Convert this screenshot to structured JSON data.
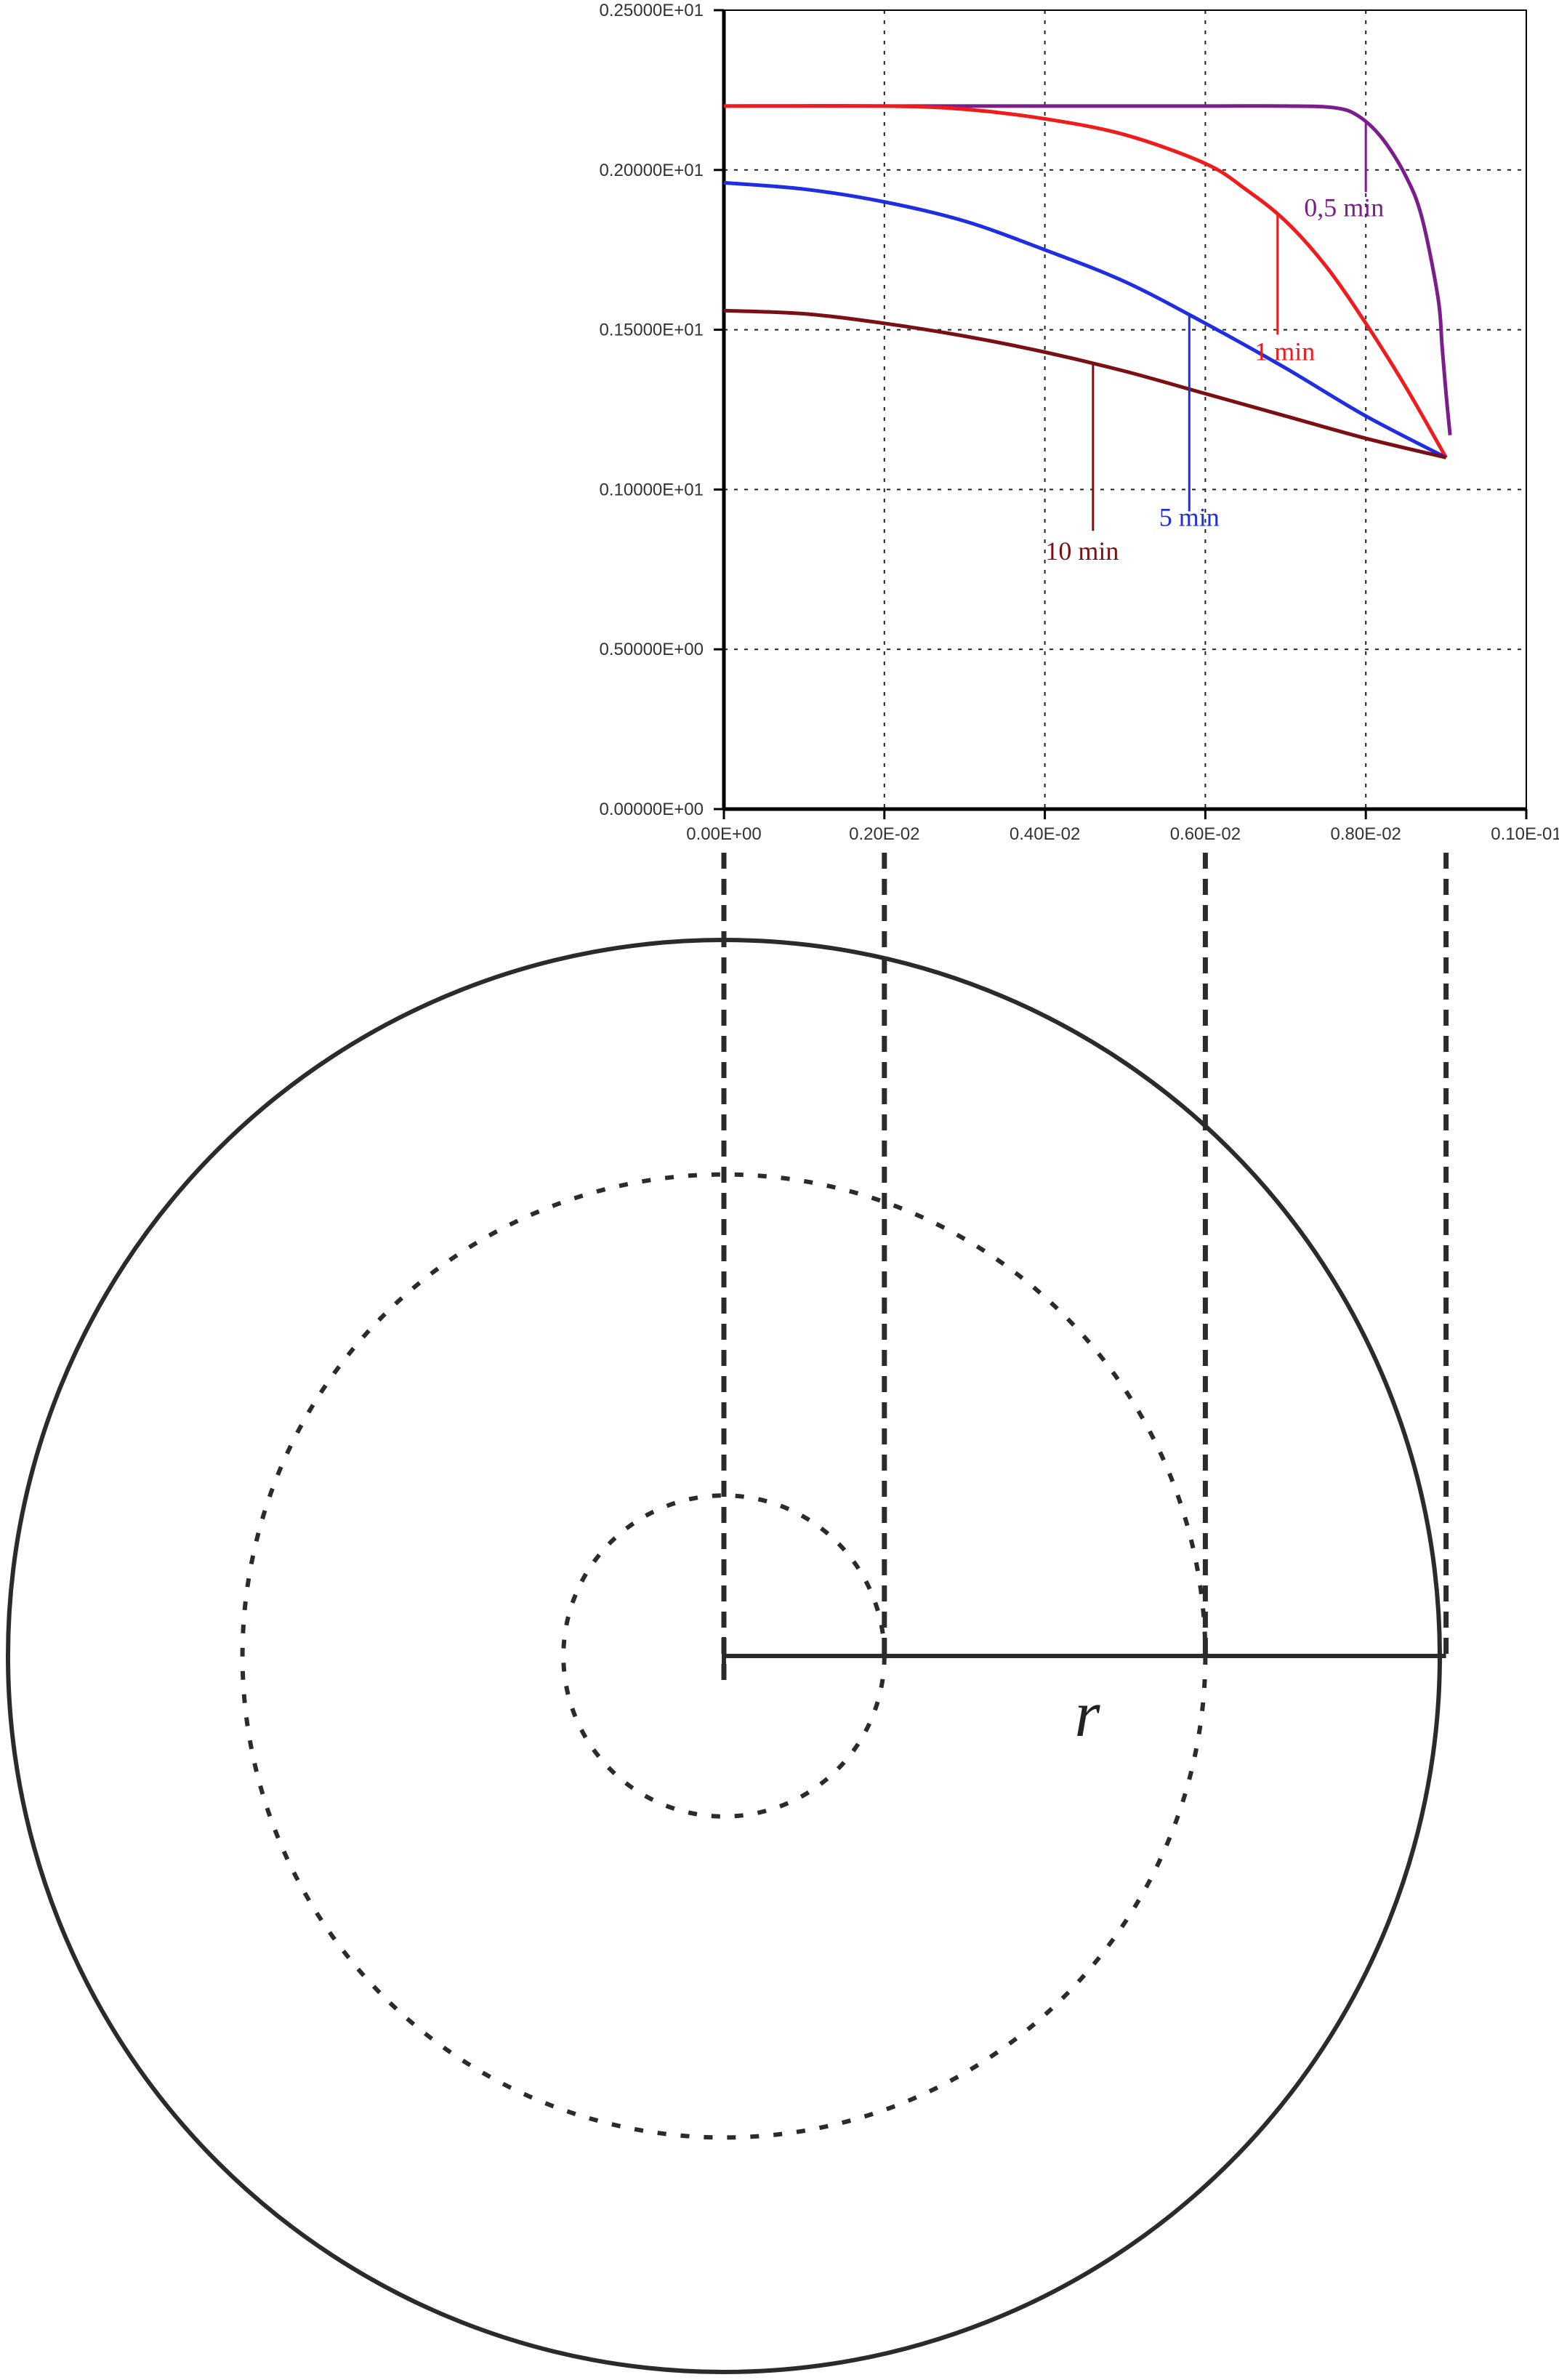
{
  "chart_data": {
    "type": "line",
    "title": "",
    "xlabel": "",
    "ylabel": "",
    "xlim": [
      0.0,
      0.01
    ],
    "ylim": [
      0.0,
      2.5
    ],
    "grid": true,
    "x_tick_values": [
      0.0,
      0.002,
      0.004,
      0.006,
      0.008,
      0.01
    ],
    "x_tick_labels": [
      "0.00E+00",
      "0.20E-02",
      "0.40E-02",
      "0.60E-02",
      "0.80E-02",
      "0.10E-01"
    ],
    "y_tick_values": [
      0.0,
      0.5,
      1.0,
      1.5,
      2.0,
      2.5
    ],
    "y_tick_labels": [
      "0.00000E+00",
      "0.50000E+00",
      "0.10000E+01",
      "0.15000E+01",
      "0.20000E+01",
      "0.25000E+01"
    ],
    "series": [
      {
        "name": "0,5 min",
        "color": "#7B1E8C",
        "label_x": 0.008,
        "x": [
          0.0,
          0.002,
          0.004,
          0.006,
          0.007,
          0.0076,
          0.0079,
          0.0082,
          0.0085,
          0.0087,
          0.0089,
          0.00895,
          0.009,
          0.00905
        ],
        "y": [
          2.2,
          2.2,
          2.2,
          2.2,
          2.2,
          2.195,
          2.17,
          2.1,
          1.98,
          1.85,
          1.6,
          1.45,
          1.3,
          1.17
        ]
      },
      {
        "name": "1 min",
        "color": "#EE1C1C",
        "label_x": 0.0069,
        "x": [
          0.0,
          0.002,
          0.003,
          0.004,
          0.005,
          0.006,
          0.0065,
          0.007,
          0.0075,
          0.008,
          0.0085,
          0.009
        ],
        "y": [
          2.2,
          2.2,
          2.19,
          2.16,
          2.11,
          2.02,
          1.94,
          1.84,
          1.7,
          1.52,
          1.32,
          1.1
        ]
      },
      {
        "name": "5 min",
        "color": "#1F2EE0",
        "label_x": 0.0058,
        "x": [
          0.0,
          0.001,
          0.002,
          0.003,
          0.004,
          0.005,
          0.006,
          0.007,
          0.008,
          0.009
        ],
        "y": [
          1.96,
          1.94,
          1.9,
          1.84,
          1.75,
          1.65,
          1.52,
          1.38,
          1.23,
          1.1
        ]
      },
      {
        "name": "10 min",
        "color": "#7A0F14",
        "label_x": 0.0046,
        "x": [
          0.0,
          0.001,
          0.002,
          0.003,
          0.004,
          0.005,
          0.006,
          0.007,
          0.008,
          0.009
        ],
        "y": [
          1.56,
          1.55,
          1.52,
          1.48,
          1.43,
          1.37,
          1.3,
          1.23,
          1.16,
          1.1
        ]
      }
    ]
  },
  "diagram": {
    "radius_label": "r",
    "inner_circle_x": 0.002,
    "middle_circle_x": 0.006,
    "outer_circle_x": 0.009
  }
}
